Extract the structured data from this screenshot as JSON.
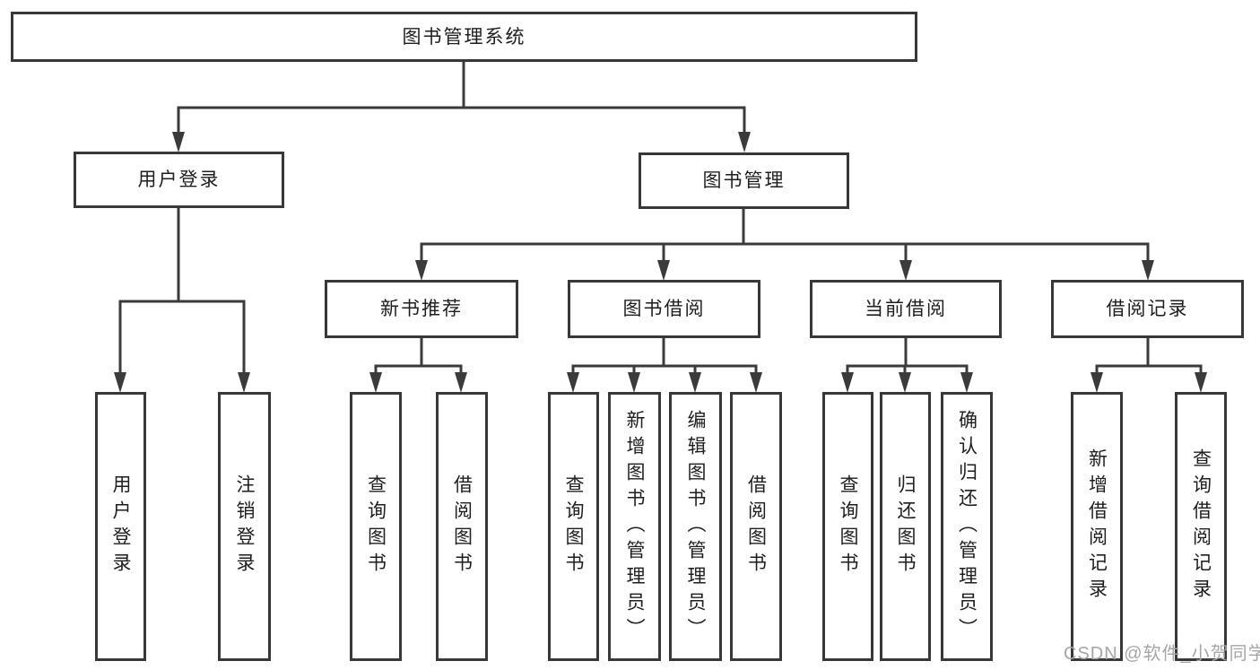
{
  "tree": {
    "root": {
      "label": "图书管理系统",
      "children": [
        {
          "label": "用户登录",
          "children": [
            {
              "label": "用户登录"
            },
            {
              "label": "注销登录"
            }
          ]
        },
        {
          "label": "图书管理",
          "children": [
            {
              "label": "新书推荐",
              "children": [
                {
                  "label": "查询图书"
                },
                {
                  "label": "借阅图书"
                }
              ]
            },
            {
              "label": "图书借阅",
              "children": [
                {
                  "label": "查询图书"
                },
                {
                  "label": "新增图书（管理员）"
                },
                {
                  "label": "编辑图书（管理员）"
                },
                {
                  "label": "借阅图书"
                }
              ]
            },
            {
              "label": "当前借阅",
              "children": [
                {
                  "label": "查询图书"
                },
                {
                  "label": "归还图书"
                },
                {
                  "label": "确认归还（管理员）"
                }
              ]
            },
            {
              "label": "借阅记录",
              "children": [
                {
                  "label": "新增借阅记录"
                },
                {
                  "label": "查询借阅记录"
                }
              ]
            }
          ]
        }
      ]
    }
  },
  "watermark": {
    "text": "CSDN @软件_小贺同学"
  },
  "colors": {
    "line": "#3b3b3b",
    "border": "#383838",
    "text": "#1e1e1e",
    "watermark": "#a6a6a6",
    "background": "#ffffff"
  }
}
